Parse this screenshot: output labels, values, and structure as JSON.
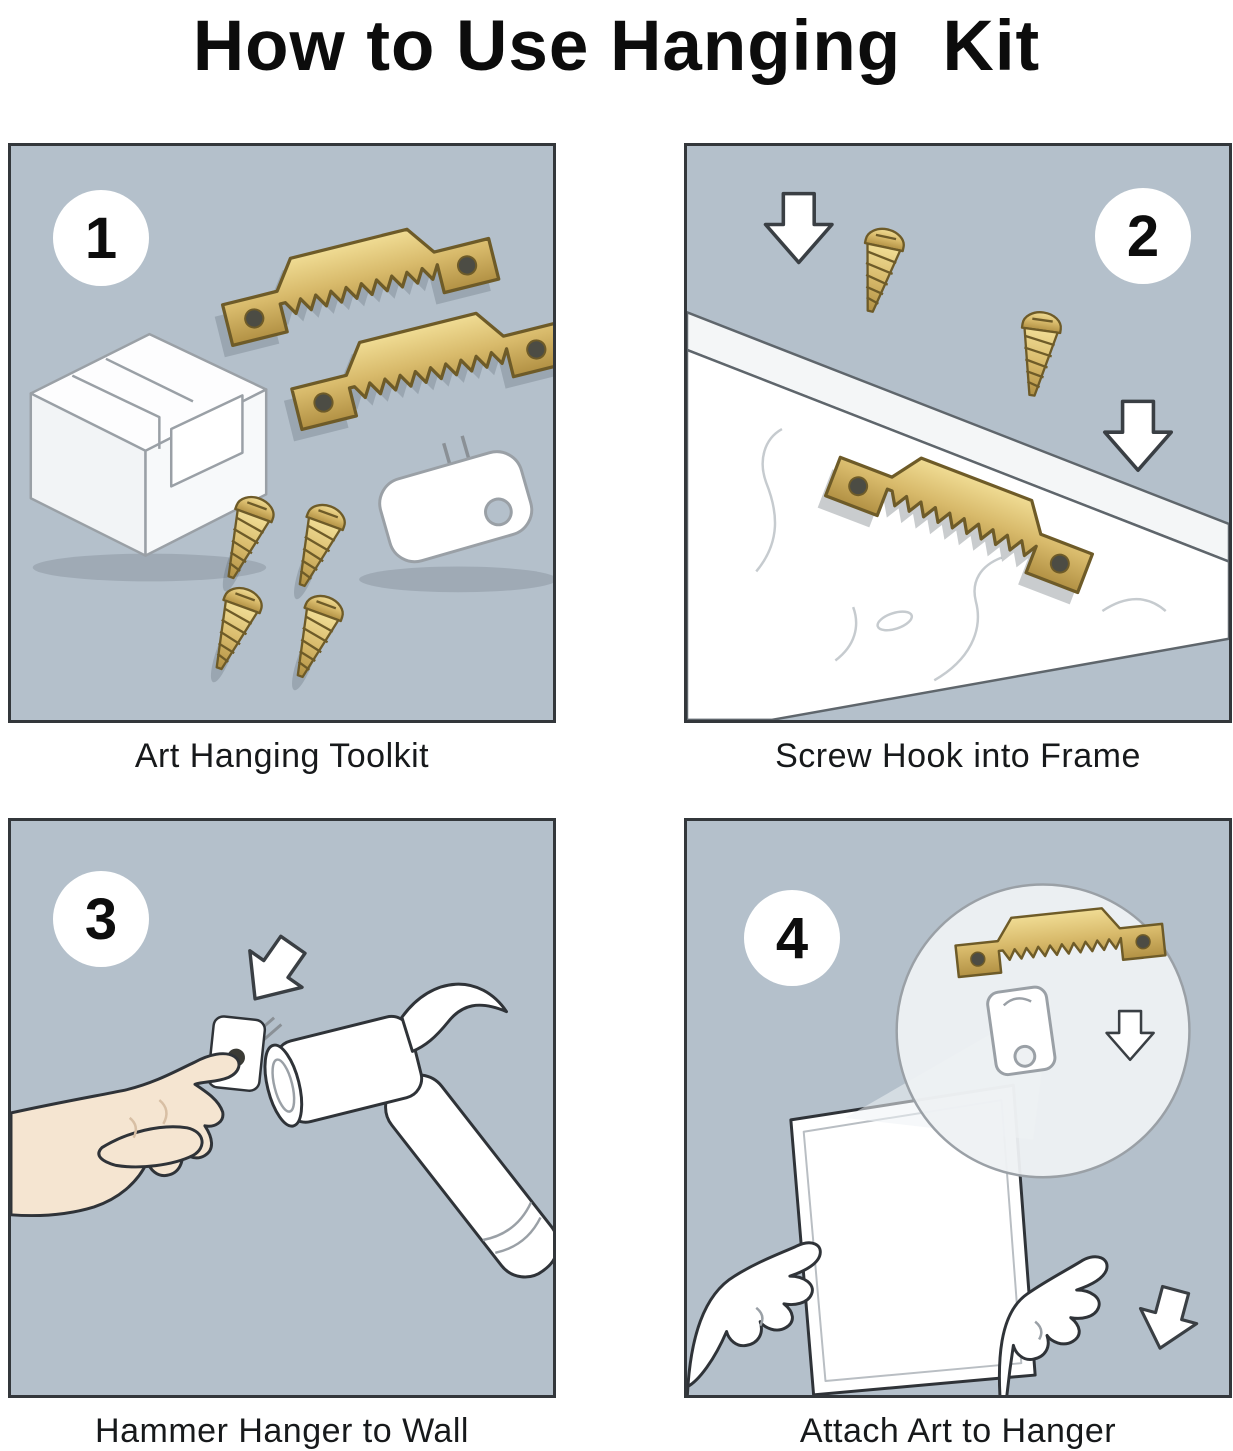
{
  "title": "How to Use Hanging  Kit",
  "panels": [
    {
      "number": "1",
      "caption": "Art Hanging Toolkit"
    },
    {
      "number": "2",
      "caption": "Screw Hook into Frame"
    },
    {
      "number": "3",
      "caption": "Hammer Hanger to Wall"
    },
    {
      "number": "4",
      "caption": "Attach Art to Hanger"
    }
  ],
  "colors": {
    "panel_background": "#b4c0cb",
    "brass": "#d8ba6b",
    "outline": "#33373b",
    "white": "#ffffff"
  }
}
